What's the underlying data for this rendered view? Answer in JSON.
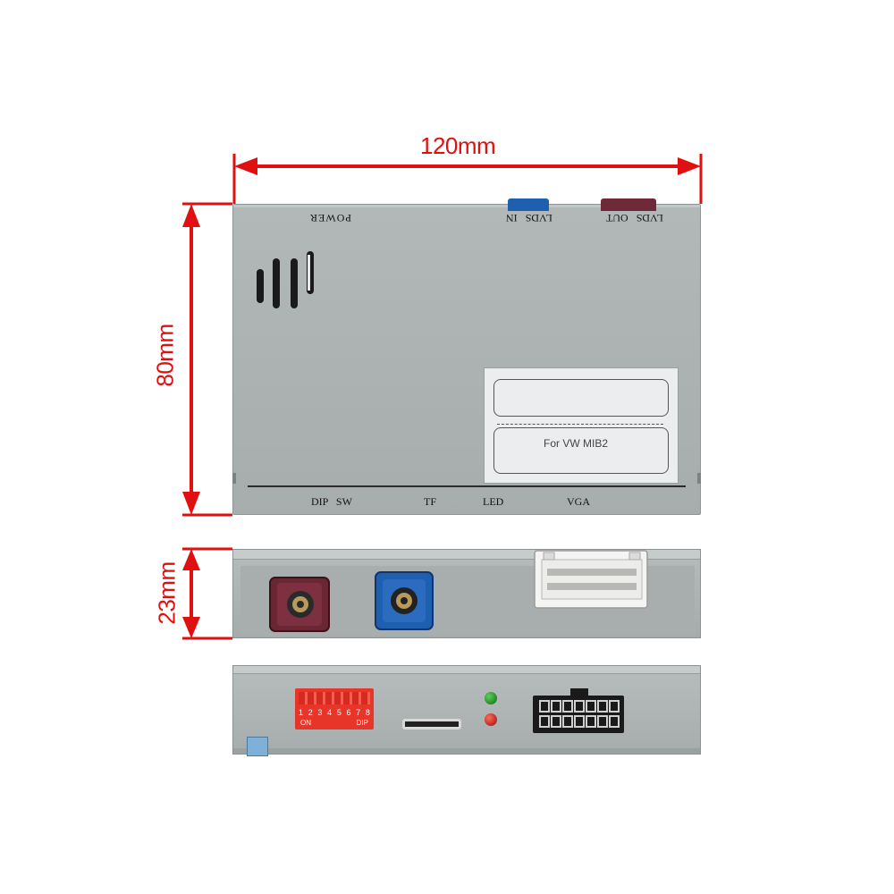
{
  "dimensions": {
    "width_label": "120mm",
    "height_label": "80mm",
    "depth_label": "23mm"
  },
  "top_view": {
    "port_labels": [
      "POWER",
      "LVDS IN",
      "LVDS OUT"
    ],
    "bottom_labels": [
      "DIP SW",
      "TF",
      "LED",
      "VGA"
    ],
    "sticker_text": "For VW MIB2"
  },
  "front_view": {
    "connectors": [
      "LVDS OUT connector",
      "LVDS IN connector",
      "VGA connector"
    ]
  },
  "back_view": {
    "dip_switch_numbers": [
      "1",
      "2",
      "3",
      "4",
      "5",
      "6",
      "7",
      "8"
    ],
    "dip_on_label": "ON",
    "dip_label": "DIP"
  },
  "colors": {
    "dimension_red": "#e01010",
    "case_grey": "#a8aeae",
    "lvds_out_color": "#6e2a38",
    "lvds_in_color": "#1f5fb0",
    "dip_red": "#e8352a"
  }
}
